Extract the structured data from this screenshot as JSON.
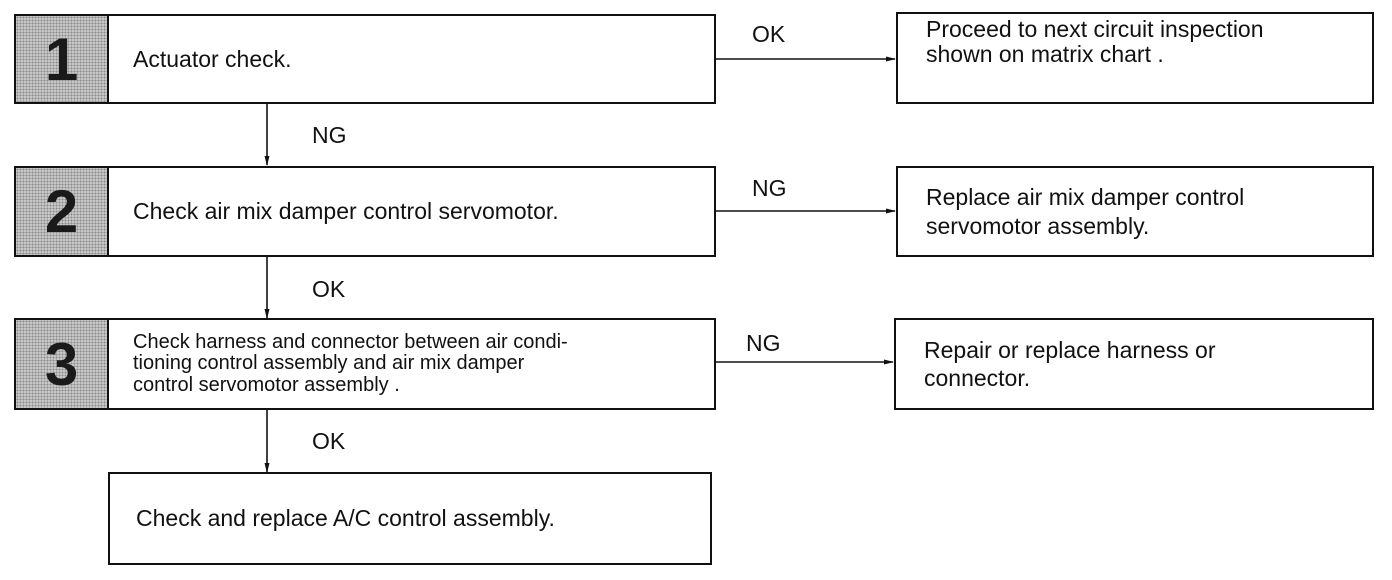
{
  "steps": [
    {
      "number": "1",
      "text": "Actuator check."
    },
    {
      "number": "2",
      "text": "Check air mix damper control servomotor."
    },
    {
      "number": "3",
      "text_lines": [
        "Check harness and connector between air condi-",
        "tioning control assembly and air mix damper",
        "control servomotor assembly ."
      ]
    }
  ],
  "results": [
    {
      "lines": [
        "Proceed to next circuit inspection",
        "shown on matrix chart ."
      ]
    },
    {
      "lines": [
        "Replace air mix damper control",
        "servomotor assembly."
      ]
    },
    {
      "lines": [
        "Repair or replace harness or",
        "connector."
      ]
    }
  ],
  "final": {
    "text": "Check and replace A/C control assembly."
  },
  "branch_labels": {
    "step1_right": "OK",
    "step1_down": "NG",
    "step2_right": "NG",
    "step2_down": "OK",
    "step3_right": "NG",
    "step3_down": "OK"
  }
}
